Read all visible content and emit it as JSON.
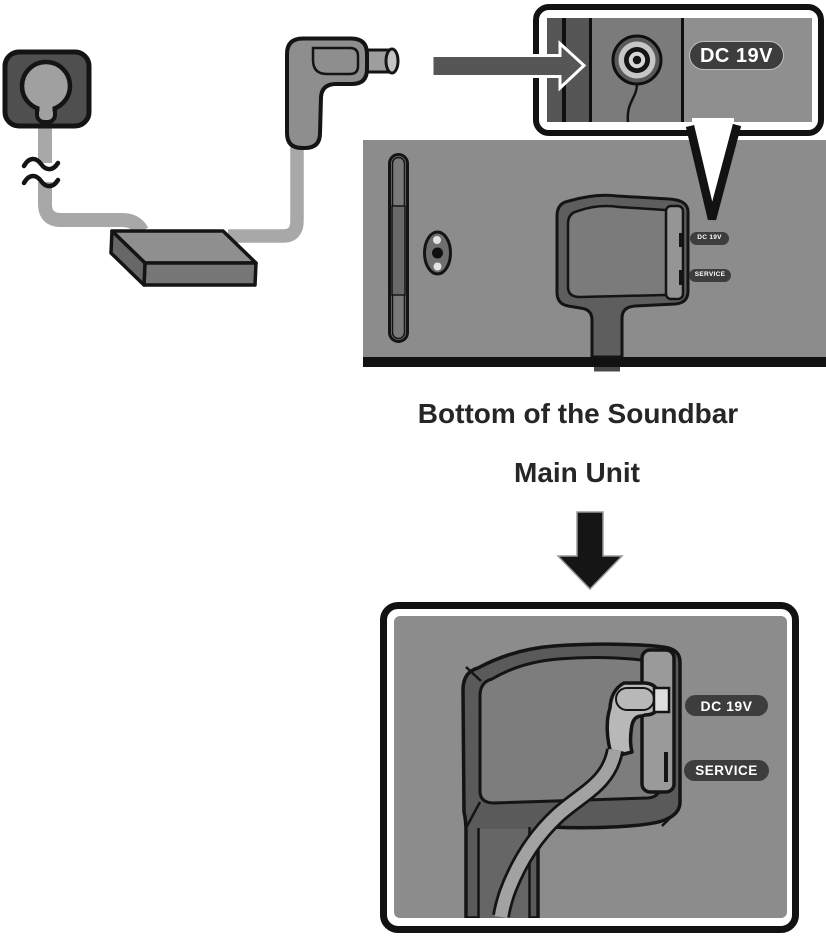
{
  "captions": {
    "bottom_of_soundbar": "Bottom of the Soundbar",
    "main_unit": "Main Unit"
  },
  "top_inset": {
    "port_label": "DC 19V"
  },
  "panel": {
    "port_label": "DC 19V",
    "service_label": "SERVICE"
  },
  "bottom_inset": {
    "port_label": "DC 19V",
    "service_label": "SERVICE"
  },
  "icons": {
    "right_arrow": "insert-direction →",
    "down_arrow": "zoom-detail ↓",
    "wall_outlet": "power-outlet",
    "dc_plug": "dc-power-plug",
    "ac_adapter": "power-adapter-brick",
    "dc_jack": "dc-input-jack"
  },
  "colors": {
    "panel_gray": "#8c8c8c",
    "recess_rim_gray": "#5a5a5a",
    "recess_cavity_gray": "#7b7b7b",
    "badge_dark": "#3d3d3d",
    "arrow_gray": "#565656",
    "cable_gray": "#a8a8a8",
    "ink": "#141414",
    "caption_ink": "#262626"
  }
}
